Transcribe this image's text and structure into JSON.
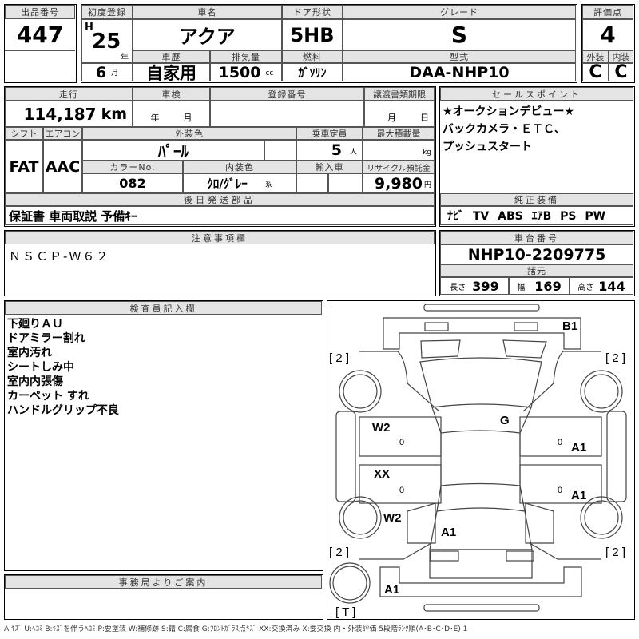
{
  "lot": {
    "label": "出品番号",
    "value": "447"
  },
  "first_reg": {
    "label": "初度登録",
    "era": "H",
    "year": "25",
    "year_unit": "年",
    "month": "6",
    "month_unit": "月"
  },
  "car_name": {
    "label": "車名",
    "value": "アクア"
  },
  "door": {
    "label": "ドア形状",
    "value": "5HB"
  },
  "grade": {
    "label": "グレード",
    "value": "S"
  },
  "history": {
    "label": "車歴",
    "value": "自家用"
  },
  "displacement": {
    "label": "排気量",
    "value": "1500",
    "unit": "cc"
  },
  "fuel": {
    "label": "燃料",
    "value": "ｶﾞｿﾘﾝ"
  },
  "model": {
    "label": "型式",
    "value": "DAA-NHP10"
  },
  "score": {
    "label": "評価点",
    "value": "4",
    "ext_label": "外装",
    "int_label": "内装",
    "ext": "C",
    "int": "C"
  },
  "mileage": {
    "label": "走行",
    "value": "114,187",
    "unit": "km"
  },
  "inspection": {
    "label": "車検",
    "year_unit": "年",
    "month_unit": "月"
  },
  "reg_no": {
    "label": "登録番号"
  },
  "transfer": {
    "label": "譲渡書類期限",
    "month_unit": "月",
    "day_unit": "日"
  },
  "shift": {
    "label": "シフト",
    "value": "FAT"
  },
  "ac": {
    "label": "エアコン",
    "value": "AAC"
  },
  "ext_color": {
    "label": "外装色",
    "value": "ﾊﾟｰﾙ"
  },
  "capacity": {
    "label": "乗車定員",
    "value": "5",
    "unit": "人"
  },
  "max_load": {
    "label": "最大積載量",
    "unit": "kg"
  },
  "color_no": {
    "label": "カラーNo.",
    "value": "082"
  },
  "int_color": {
    "label": "内装色",
    "value": "ｸﾛ/ｸﾞﾚｰ",
    "unit": "系"
  },
  "import": {
    "label": "輸入車"
  },
  "recycle": {
    "label": "リサイクル預託金",
    "value": "9,980",
    "unit": "円"
  },
  "later_parts": {
    "label": "後日発送部品",
    "value": "保証書 車両取説 予備ｷｰ"
  },
  "sales_point": {
    "label": "セールスポイント",
    "lines": [
      "★オークションデビュー★",
      "バックカメラ・ＥＴＣ、",
      "プッシュスタート"
    ]
  },
  "equipment": {
    "label": "純正装備",
    "value": "ﾅﾋﾞ TV ABS ｴｱB PS PW"
  },
  "notes": {
    "label": "注意事項欄",
    "value": "ＮＳＣＰ-Ｗ６２"
  },
  "chassis": {
    "label": "車台番号",
    "value": "NHP10-2209775"
  },
  "specs": {
    "label": "諸元",
    "length_label": "長さ",
    "length": "399",
    "width_label": "幅",
    "width": "169",
    "height_label": "高さ",
    "height": "144"
  },
  "inspector": {
    "label": "検査員記入欄",
    "lines": [
      "下廻りＡＵ",
      "ドアミラー割れ",
      "室内汚れ",
      "シートしみ中",
      "室内内張傷",
      "カーペット すれ",
      "ハンドルグリップ不良"
    ]
  },
  "office": {
    "label": "事務局よりご案内"
  },
  "diagram": {
    "marks": {
      "b1": "B1",
      "fl": "[ 2 ]",
      "fr": "[ 2 ]",
      "rl": "[ 2 ]",
      "rr": "[ 2 ]",
      "w2_front": "W2",
      "g": "G",
      "z1": "0",
      "a1_fr_door": "A1",
      "xx": "XX",
      "z2": "0",
      "z3": "0",
      "z4": "0",
      "a1_rr_door": "A1",
      "w2_rear": "W2",
      "a1_trunk": "A1",
      "a1_bumper": "A1",
      "spare": "[ T ]"
    }
  },
  "legend": "A:ｷｽﾞ U:ﾍｺﾐ B:ｷｽﾞを伴うﾍｺﾐ P:要塗装 W:補修跡 S:錆 C:腐食 G:ﾌﾛﾝﾄｶﾞﾗｽ点ｷｽﾞ XX:交換済み X:要交換  内・外装評価  5段階ﾗﾝｸ順(A･B･C･D･E) 1"
}
